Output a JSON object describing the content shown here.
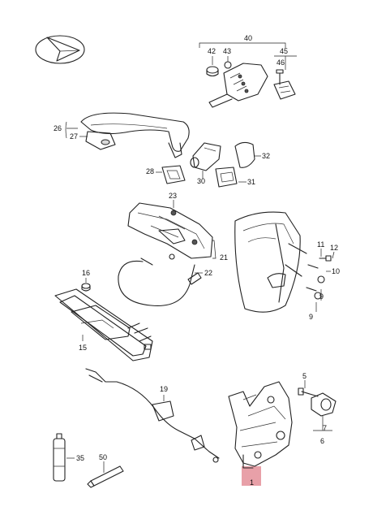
{
  "part_labels": {
    "p1": "1",
    "p5": "5",
    "p6": "6",
    "p7": "7",
    "p9a": "9",
    "p9b": "9",
    "p10": "10",
    "p11": "11",
    "p12": "12",
    "p15": "15",
    "p16": "16",
    "p19": "19",
    "p21": "21",
    "p22": "22",
    "p23": "23",
    "p26": "26",
    "p27": "27",
    "p28": "28",
    "p30": "30",
    "p31": "31",
    "p32": "32",
    "p35": "35",
    "p40": "40",
    "p42": "42",
    "p43": "43",
    "p45": "45",
    "p46": "46",
    "p50": "50"
  },
  "highlight": {
    "part": "1",
    "color": "#e8a0a8"
  },
  "colors": {
    "line": "#222222",
    "background": "#ffffff"
  }
}
